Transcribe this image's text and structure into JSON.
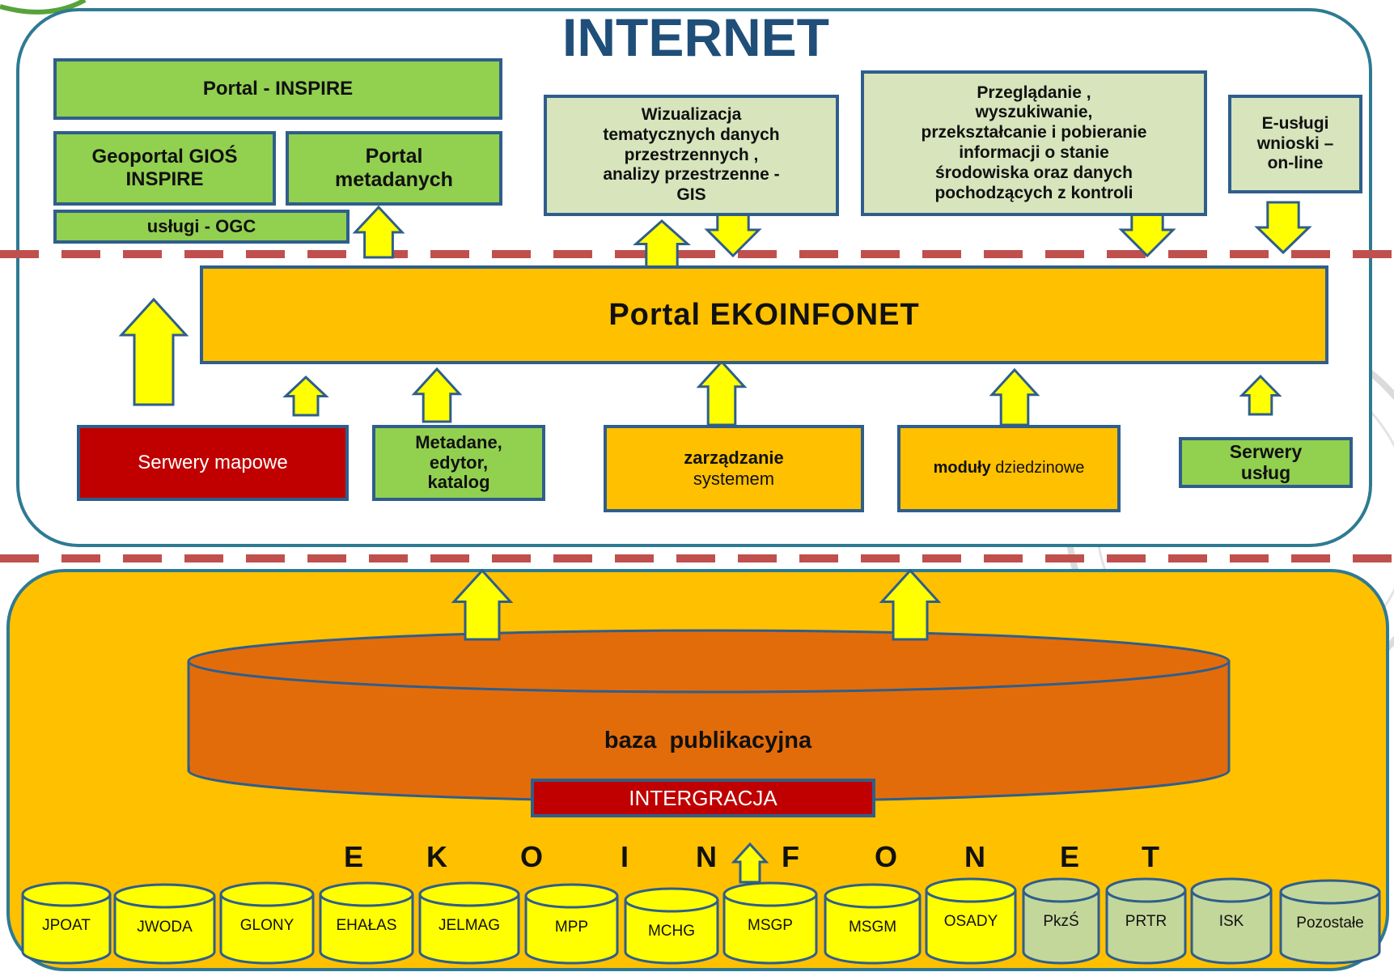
{
  "internet_title": "INTERNET",
  "top_boxes": {
    "portal_inspire": "Portal - INSPIRE",
    "geoportal_line1": "Geoportal GIOŚ",
    "geoportal_line2": "INSPIRE",
    "portal_metadanych_line1": "Portal",
    "portal_metadanych_line2": "metadanych",
    "uslugi_ogc": "usługi - OGC",
    "wizualizacja": [
      "Wizualizacja",
      "tematycznych danych",
      "przestrzennych ,",
      "analizy przestrzenne -",
      "GIS"
    ],
    "przegladanie": [
      "Przeglądanie ,",
      "wyszukiwanie,",
      "przekształcanie i pobieranie",
      "informacji o stanie",
      "środowiska oraz danych",
      "pochodzących z kontroli"
    ],
    "e_uslugi": [
      "E-usługi",
      "wnioski –",
      "on-line"
    ]
  },
  "portal_ekoinfonet": "Portal EKOINFONET",
  "modules": {
    "serwery_mapowe": "Serwery mapowe",
    "metadane": [
      "Metadane,",
      "edytor,",
      "katalog"
    ],
    "zarzadzanie": [
      "zarządzanie",
      "systemem"
    ],
    "moduly_bold": "moduły",
    "moduly_rest": " dziedzinowe",
    "serwery_uslug": [
      "Serwery",
      "usług"
    ]
  },
  "database": {
    "label": "baza  publikacyjna",
    "integration": "INTERGRACJA"
  },
  "ekoinfonet_letters": [
    "E",
    "K",
    "O",
    "I",
    "N",
    "F",
    "O",
    "N",
    "E",
    "T"
  ],
  "sources": [
    "JPOAT",
    "JWODA",
    "GLONY",
    "EHAŁAS",
    "JELMAG",
    "MPP",
    "MCHG",
    "MSGP",
    "MSGM",
    "OSADY",
    "PkzŚ",
    "PRTR",
    "ISK",
    "Pozostałe"
  ],
  "colors": {
    "frame_border": "#2e7a93",
    "dashed_line": "#c0504d",
    "arrow_fill": "#ffff00",
    "arrow_stroke": "#2f5e8c",
    "bottom_panel": "#ffc000",
    "cylinder_body": "#e36c0a",
    "source_yellow": "#ffff00",
    "source_olive": "#c4d79b"
  }
}
